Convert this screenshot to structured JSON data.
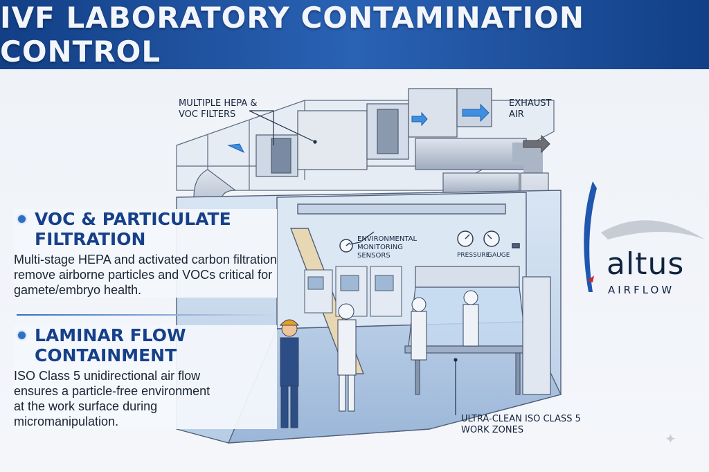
{
  "banner": {
    "title": "IVF LABORATORY CONTAMINATION CONTROL"
  },
  "callouts": {
    "filters": "MULTIPLE HEPA & VOC FILTERS",
    "exhaust": "EXHAUST AIR",
    "sensors": "ENVIRONMENTAL MONITORING SENSORS",
    "pressure": "PRESSURE",
    "gauge": "GAUGE",
    "zones": "ULTRA-CLEAN ISO CLASS 5 WORK ZONES"
  },
  "sections": [
    {
      "heading_line1": "VOC & PARTICULATE",
      "heading_line2": "FILTRATION",
      "body": "Multi-stage HEPA and activated carbon filtration remove airborne particles and VOCs critical for gamete/embryo health."
    },
    {
      "heading_line1": "LAMINAR FLOW",
      "heading_line2": "CONTAINMENT",
      "body": "ISO Class 5 unidirectional air flow ensures a particle-free environment at the work surface during micromanipulation."
    }
  ],
  "logo": {
    "word": "altus",
    "sub": "AIRFLOW"
  },
  "colors": {
    "banner": "#1c4f9c",
    "heading": "#17408a",
    "accent": "#2f6fc8",
    "room": "#c9daef",
    "duct": "#b9c4d2"
  },
  "icons": [
    "bullet-dot-icon",
    "airflow-arrow-icon",
    "pressure-gauge-icon",
    "sparkle-icon"
  ]
}
